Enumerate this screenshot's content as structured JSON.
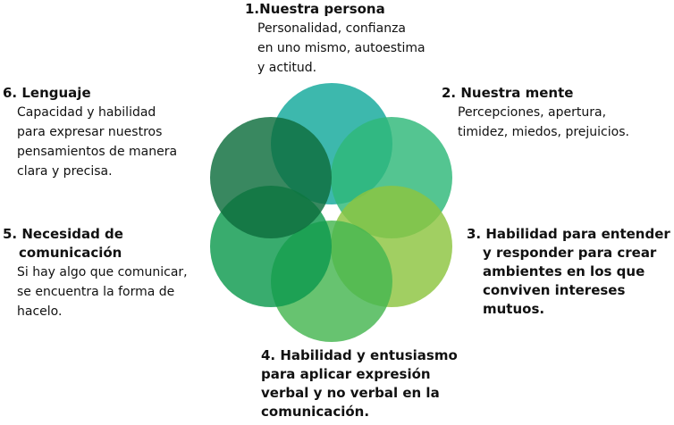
{
  "diagram": {
    "items": [
      {
        "title": "1.Nuestra persona",
        "desc": "Personalidad, confianza\nen uno mismo, autoestima\ny actitud.",
        "color": "#12a89b"
      },
      {
        "title": "2. Nuestra mente",
        "desc": "Percepciones, apertura,\ntimidez, miedos, prejuicios.",
        "color": "#2eb879"
      },
      {
        "title": "3. Habilidad para entender\ny responder para crear\nambientes en los que\nconviven intereses\nmutuos.",
        "desc": "",
        "color": "#8cc540"
      },
      {
        "title": "4. Habilidad y entusiasmo\npara aplicar expresión\nverbal y no verbal en la\ncomunicación.",
        "desc": "",
        "color": "#46b650"
      },
      {
        "title": "5. Necesidad de\ncomunicación",
        "desc": "Si hay algo que comunicar,\nse encuentra la forma de\nhacelo.",
        "color": "#0e9a4e"
      },
      {
        "title": "6. Lenguaje",
        "desc": "Capacidad y habilidad\npara expresar nuestros\npensamientos de manera\nclara y precisa.",
        "color": "#0d6e3d"
      }
    ]
  }
}
